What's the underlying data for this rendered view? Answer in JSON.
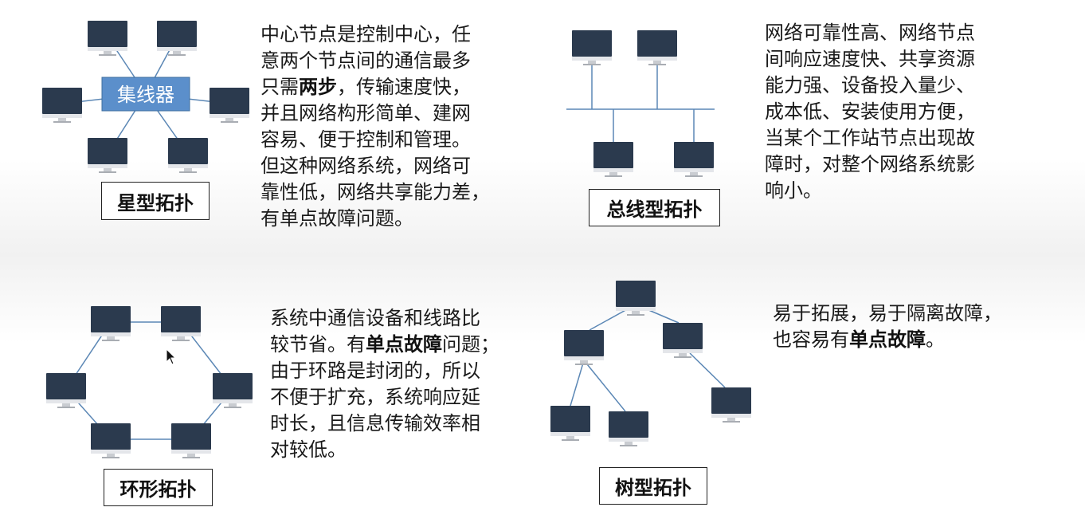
{
  "star": {
    "hub_label": "集线器",
    "caption": "星型拓扑",
    "description": [
      "中心节点是控制中心，任",
      "意两个节点间的通信最多",
      "只需|两步|，传输速度快，",
      "并且网络构形简单、建网",
      "容易、便于控制和管理。",
      "但这种网络系统，网络可",
      "靠性低，网络共享能力差，",
      "有单点故障问题。"
    ]
  },
  "bus": {
    "caption": "总线型拓扑",
    "description": [
      "网络可靠性高、网络节点",
      "间响应速度快、共享资源",
      "能力强、设备投入量少、",
      "成本低、安装使用方便，",
      "当某个工作站节点出现故",
      "障时，对整个网络系统影",
      "响小。"
    ]
  },
  "ring": {
    "caption": "环形拓扑",
    "description": [
      "系统中通信设备和线路比",
      "较节省。有|单点故障|问题；",
      "由于环路是封闭的，所以",
      "不便于扩充，系统响应延",
      "时长，且信息传输效率相",
      "对较低。"
    ]
  },
  "tree": {
    "caption": "树型拓扑",
    "description": [
      "易于拓展，易于隔离故障，",
      "也容易有|单点故障|。"
    ]
  },
  "colors": {
    "monitor_screen": "#2b3a4e",
    "monitor_stand": "#c9ccd1",
    "link_line": "#5b87b5",
    "hub_fill": "#5b8fcb",
    "hub_text": "#ffffff"
  },
  "icons": [
    "monitor-icon",
    "mouse-cursor-icon"
  ]
}
